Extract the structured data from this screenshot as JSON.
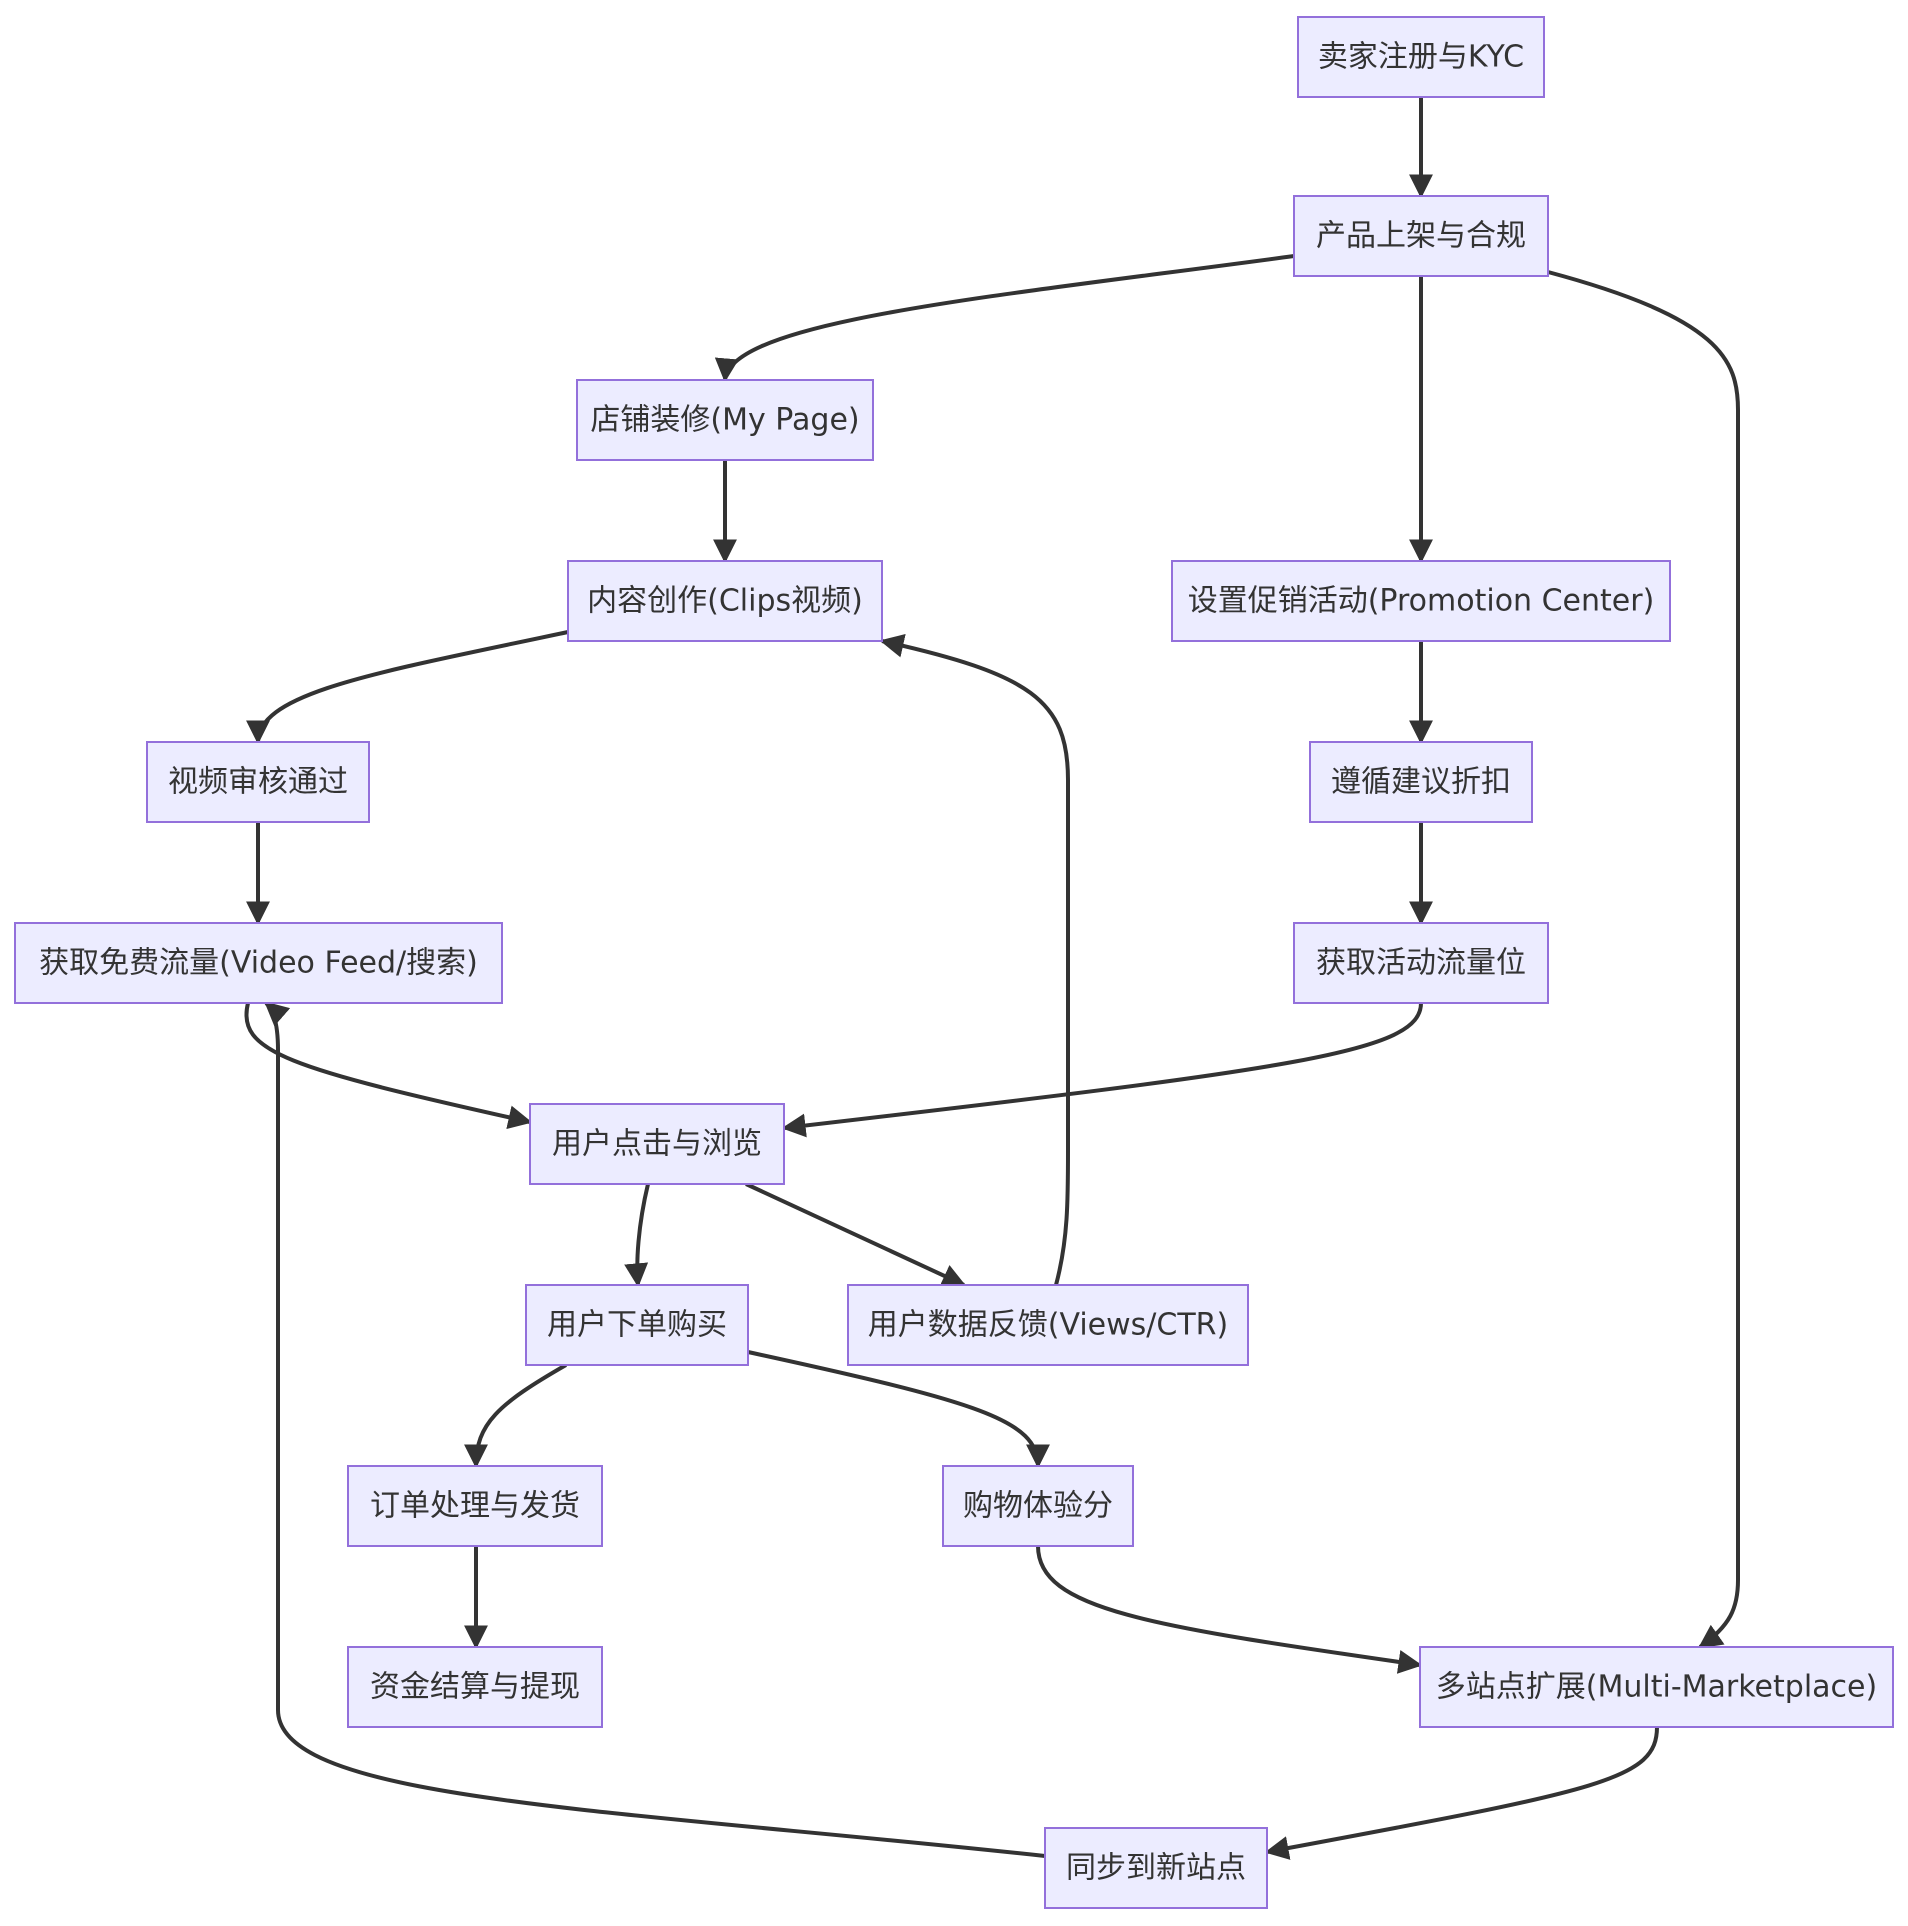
{
  "diagram": {
    "type": "flowchart",
    "nodes": [
      {
        "id": "n1",
        "label": "卖家注册与KYC"
      },
      {
        "id": "n2",
        "label": "产品上架与合规"
      },
      {
        "id": "n3",
        "label": "店铺装修(My Page)"
      },
      {
        "id": "n4",
        "label": "内容创作(Clips视频)"
      },
      {
        "id": "n5",
        "label": "设置促销活动(Promotion Center)"
      },
      {
        "id": "n6",
        "label": "视频审核通过"
      },
      {
        "id": "n7",
        "label": "遵循建议折扣"
      },
      {
        "id": "n8",
        "label": "获取免费流量(Video Feed/搜索)"
      },
      {
        "id": "n9",
        "label": "获取活动流量位"
      },
      {
        "id": "n10",
        "label": "用户点击与浏览"
      },
      {
        "id": "n11",
        "label": "用户下单购买"
      },
      {
        "id": "n12",
        "label": "用户数据反馈(Views/CTR)"
      },
      {
        "id": "n13",
        "label": "订单处理与发货"
      },
      {
        "id": "n14",
        "label": "购物体验分"
      },
      {
        "id": "n15",
        "label": "资金结算与提现"
      },
      {
        "id": "n16",
        "label": "多站点扩展(Multi-Marketplace)"
      },
      {
        "id": "n17",
        "label": "同步到新站点"
      }
    ],
    "edges": [
      {
        "from": "n1",
        "to": "n2"
      },
      {
        "from": "n2",
        "to": "n3"
      },
      {
        "from": "n2",
        "to": "n5"
      },
      {
        "from": "n2",
        "to": "n16"
      },
      {
        "from": "n3",
        "to": "n4"
      },
      {
        "from": "n4",
        "to": "n6"
      },
      {
        "from": "n6",
        "to": "n8"
      },
      {
        "from": "n5",
        "to": "n7"
      },
      {
        "from": "n7",
        "to": "n9"
      },
      {
        "from": "n8",
        "to": "n10"
      },
      {
        "from": "n9",
        "to": "n10"
      },
      {
        "from": "n10",
        "to": "n11"
      },
      {
        "from": "n10",
        "to": "n12"
      },
      {
        "from": "n12",
        "to": "n4"
      },
      {
        "from": "n11",
        "to": "n13"
      },
      {
        "from": "n11",
        "to": "n14"
      },
      {
        "from": "n13",
        "to": "n15"
      },
      {
        "from": "n14",
        "to": "n16"
      },
      {
        "from": "n16",
        "to": "n17"
      },
      {
        "from": "n17",
        "to": "n8"
      }
    ]
  },
  "colors": {
    "node_fill": "#ECECFF",
    "node_border": "#9370DB",
    "edge": "#333333",
    "text": "#333333"
  }
}
